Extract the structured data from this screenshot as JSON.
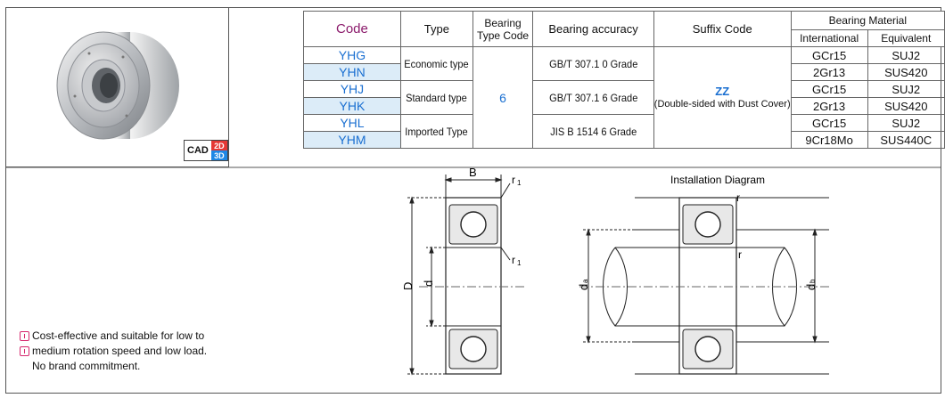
{
  "badge": {
    "cad": "CAD",
    "d2": "2D",
    "d3": "3D"
  },
  "table": {
    "headers": {
      "code": "Code",
      "type": "Type",
      "bearing_type_code_l1": "Bearing",
      "bearing_type_code_l2": "Type Code",
      "accuracy": "Bearing accuracy",
      "suffix": "Suffix Code",
      "material": "Bearing Material",
      "international": "International",
      "equivalent": "Equivalent"
    },
    "bearing_type_code": "6",
    "suffix_code": "ZZ",
    "suffix_desc": "(Double-sided with Dust Cover)",
    "types": [
      "Economic type",
      "Standard type",
      "Imported Type"
    ],
    "accuracy": [
      "GB/T 307.1  0 Grade",
      "GB/T 307.1  6 Grade",
      "JIS  B 1514  6 Grade"
    ],
    "rows": [
      {
        "code": "YHG",
        "international": "GCr15",
        "equivalent": "SUJ2"
      },
      {
        "code": "YHN",
        "international": "2Gr13",
        "equivalent": "SUS420"
      },
      {
        "code": "YHJ",
        "international": "GCr15",
        "equivalent": "SUJ2"
      },
      {
        "code": "YHK",
        "international": "2Gr13",
        "equivalent": "SUS420"
      },
      {
        "code": "YHL",
        "international": "GCr15",
        "equivalent": "SUJ2"
      },
      {
        "code": "YHM",
        "international": "9Cr18Mo",
        "equivalent": "SUS440C"
      }
    ]
  },
  "diagram": {
    "label_B": "B",
    "label_r1": "r",
    "label_r1_sub": "1",
    "label_D": "D",
    "label_d": "d",
    "installation_title": "Installation Diagram",
    "label_r": "r",
    "label_da": "d",
    "label_da_sub": "a",
    "label_db": "d",
    "label_db_sub": "b"
  },
  "notes": [
    "Cost-effective and suitable for low to",
    "medium rotation speed and low load.",
    "No brand commitment."
  ]
}
